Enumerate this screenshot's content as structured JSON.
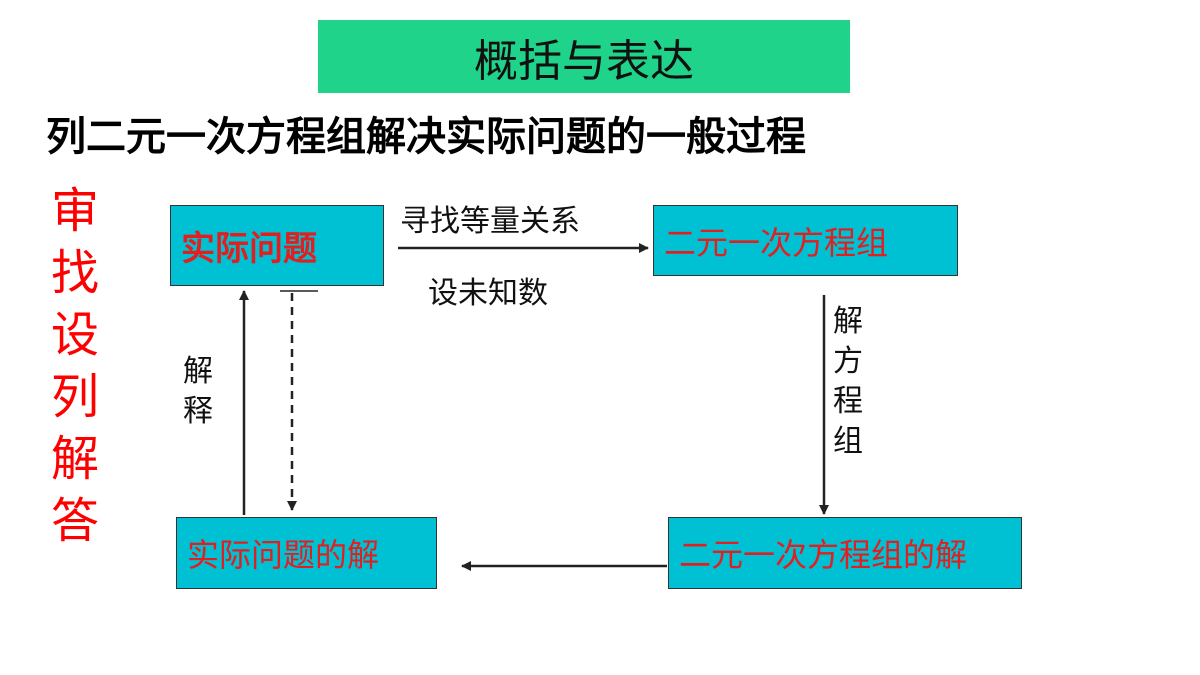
{
  "banner": {
    "title": "概括与表达",
    "color": "#1fd38a"
  },
  "subtitle": "列二元一次方程组解决实际问题的一般过程",
  "steps": [
    "审",
    "找",
    "设",
    "列",
    "解",
    "答"
  ],
  "boxes": {
    "top_left": "实际问题",
    "top_right": "二元一次方程组",
    "bottom_right": "二元一次方程组的解",
    "bottom_left": "实际问题的解",
    "fill_color": "#00c0d4",
    "text_color": "#e02020"
  },
  "edges": {
    "top_above": "寻找等量关系",
    "top_below": "设未知数",
    "right": [
      "解",
      "方",
      "程",
      "组"
    ],
    "left": [
      "解",
      "释"
    ]
  }
}
